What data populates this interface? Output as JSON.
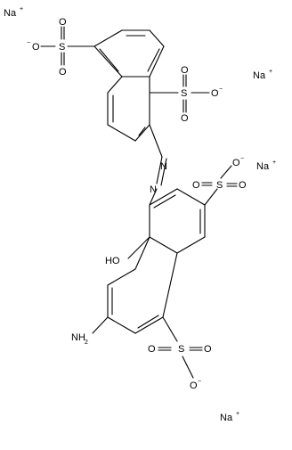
{
  "molecule": {
    "type": "structural-formula",
    "ions": {
      "sodium_1": "Na",
      "sodium_2": "Na",
      "sodium_3": "Na",
      "sodium_4": "Na",
      "charge_plus": "+",
      "charge_minus": "−"
    },
    "sulfonate_top_left": {
      "O_minus": "O",
      "S": "S",
      "O_up": "O",
      "O_down": "O"
    },
    "sulfonate_top_right": {
      "S": "S",
      "O_up": "O",
      "O_minus": "O",
      "O_down": "O"
    },
    "sulfonate_middle": {
      "O_minus": "O",
      "S": "S",
      "O_left": "O",
      "O_right": "O"
    },
    "sulfonate_bottom": {
      "S": "S",
      "O_left": "O",
      "O_right": "O",
      "O_minus": "O"
    },
    "azo": {
      "N_upper": "N",
      "N_lower": "N"
    },
    "hydroxyl": "HO",
    "amino": "NH",
    "amino_subscript": "2"
  }
}
